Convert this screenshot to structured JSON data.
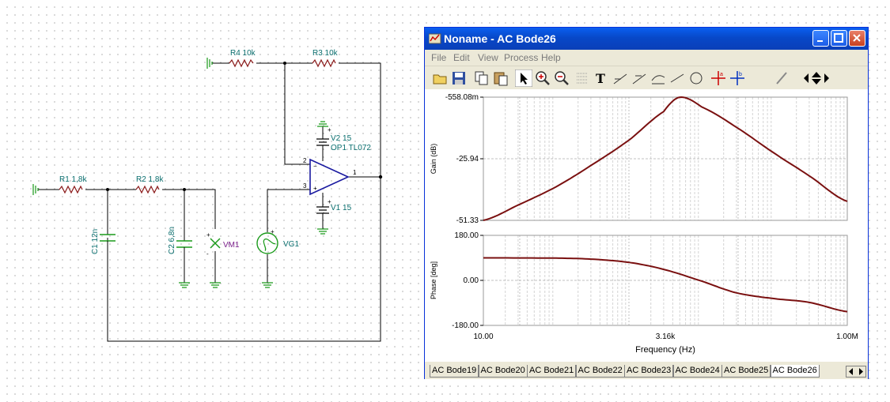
{
  "schematic": {
    "labels": {
      "r4": "R4 10k",
      "r3": "R3 10k",
      "r1": "R1 1,8k",
      "r2": "R2 1,8k",
      "c1": "C1 12n",
      "c2": "C2 6,8n",
      "vm1": "VM1",
      "vg1": "VG1",
      "v2": "V2 15",
      "op1": "OP1 TL072",
      "v1": "V1 15",
      "pin1": "1",
      "pin2": "2",
      "pin3": "3",
      "plus_v2": "+",
      "plus_v1": "+",
      "plus_vm": "+",
      "plus_vg": "+",
      "minus_vm": "-",
      "op_minus": "−",
      "op_plus": "+"
    }
  },
  "window": {
    "title": "Noname - AC Bode26",
    "menu": [
      "File",
      "Edit",
      "View",
      "Process",
      "Help"
    ],
    "colors": {
      "titlebar": "#0a4fd8",
      "curve": "#7a1010"
    }
  },
  "gain_plot": {
    "ylabel": "Gain (dB)",
    "yticks": [
      "-558.08m",
      "-25.94",
      "-51.33"
    ]
  },
  "phase_plot": {
    "ylabel": "Phase [deg]",
    "yticks": [
      "180.00",
      "0.00",
      "-180.00"
    ]
  },
  "xaxis": {
    "xticks": [
      "10.00",
      "3.16k",
      "1.00M"
    ],
    "xlabel": "Frequency (Hz)"
  },
  "chart_data": [
    {
      "type": "line",
      "title": "",
      "ylabel": "Gain (dB)",
      "xscale": "log",
      "xlim": [
        10,
        1000000
      ],
      "ylim": [
        -51.33,
        -0.55808
      ],
      "grid": true,
      "series": [
        {
          "x": [
            10,
            30,
            100,
            300,
            1000,
            3000,
            5000,
            10000,
            30000,
            100000,
            300000,
            1000000
          ],
          "y": [
            -51.33,
            -45.0,
            -37.5,
            -28.7,
            -18.3,
            -6.5,
            -0.6,
            -4.6,
            -13.0,
            -23.7,
            -33.0,
            -43.5
          ]
        }
      ]
    },
    {
      "type": "line",
      "title": "",
      "ylabel": "Phase [deg]",
      "xlabel": "Frequency (Hz)",
      "xscale": "log",
      "xlim": [
        10,
        1000000
      ],
      "ylim": [
        -180,
        180
      ],
      "grid": true,
      "series": [
        {
          "x": [
            10,
            100,
            300,
            1000,
            3000,
            10000,
            30000,
            100000,
            300000,
            1000000
          ],
          "y": [
            90,
            89,
            85,
            72,
            44,
            -3,
            -50,
            -73,
            -88,
            -125
          ]
        }
      ]
    }
  ],
  "tabs": {
    "items": [
      "AC Bode19",
      "AC Bode20",
      "AC Bode21",
      "AC Bode22",
      "AC Bode23",
      "AC Bode24",
      "AC Bode25",
      "AC Bode26"
    ],
    "active": "AC Bode26"
  }
}
